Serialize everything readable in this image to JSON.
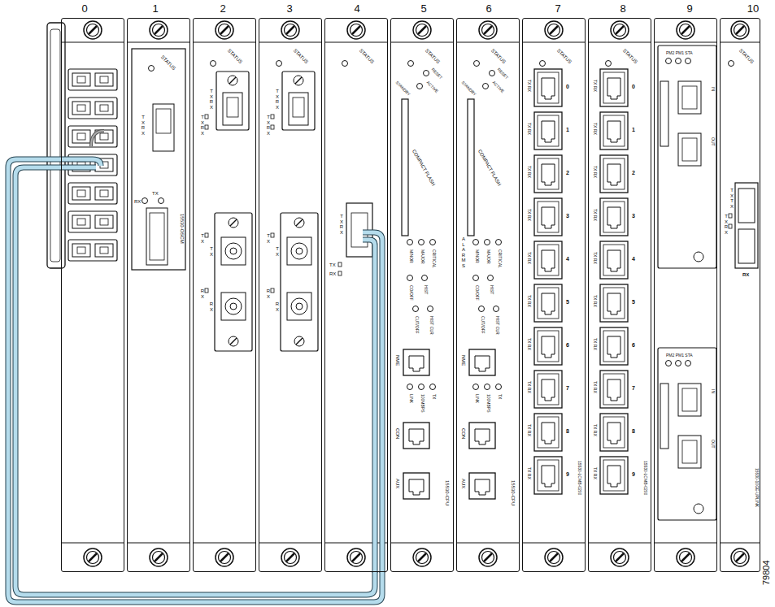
{
  "diagram": {
    "nodes": [
      {
        "text": [
          "0"
        ]
      },
      {
        "text": [
          "1",
          "STATUS",
          "TX RX",
          "RX",
          "TX",
          "15530-OSCM"
        ]
      },
      {
        "text": [
          "2",
          "STATUS",
          "TX RX",
          "TX RX",
          "TX",
          "TX",
          "RX",
          "RX"
        ]
      },
      {
        "text": [
          "3",
          "STATUS",
          "TX RX",
          "TX RX",
          "TX",
          "TX",
          "RX",
          "RX"
        ]
      },
      {
        "text": [
          "4",
          "STATUS",
          "TX RX",
          "TX",
          "RX"
        ]
      },
      {
        "text": [
          "5",
          "STATUS",
          "RESET",
          "ACTIVE",
          "STANDBY",
          "COMPACT FLASH",
          "MINOR",
          "MAJOR",
          "CRITICAL",
          "CO/OFF",
          "HIST",
          "CUT/OFF",
          "HIST CLR",
          "NME",
          "LINK",
          "100MBPS",
          "TX",
          "CON",
          "AUX",
          "15530-CPU"
        ]
      },
      {
        "text": [
          "6",
          "STATUS",
          "RESET",
          "ACTIVE",
          "STANDBY",
          "COMPACT FLASH",
          "ALARMS",
          "MINOR",
          "MAJOR",
          "CRITICAL",
          "CO/OFF",
          "HIST",
          "CUT/OFF",
          "HIST CLR",
          "NME",
          "LINK",
          "100MBPS",
          "TX",
          "CON",
          "AUX",
          "15530-CPU"
        ]
      },
      {
        "text": [
          "7",
          "STATUS",
          "0",
          "TX RX",
          "1",
          "TX RX",
          "2",
          "TX RX",
          "3",
          "TX RX",
          "4",
          "TX RX",
          "5",
          "TX RX",
          "6",
          "TX RX",
          "7",
          "TX RX",
          "8",
          "TX RX",
          "9",
          "TX RX",
          "15530-LCMB-0200"
        ]
      },
      {
        "text": [
          "8",
          "STATUS",
          "0",
          "TX RX",
          "1",
          "TX RX",
          "2",
          "TX RX",
          "3",
          "TX RX",
          "4",
          "TX RX",
          "5",
          "TX RX",
          "6",
          "TX RX",
          "7",
          "TX RX",
          "8",
          "TX RX",
          "9",
          "TX RX",
          "15530-LCMB-0200"
        ]
      },
      {
        "text": [
          "9",
          "PM2 PM1 STA",
          "IN",
          "OUT",
          "PM2 PM1 STA",
          "IN",
          "OUT"
        ]
      },
      {
        "text": [
          "10",
          "STATUS",
          "TX TX",
          "TX RX",
          "RX",
          "15530-10GE-UPLINK"
        ]
      }
    ],
    "edges": [
      {
        "from": 0,
        "to": 4,
        "arrow": "none"
      }
    ],
    "labels": [
      "79804"
    ]
  }
}
